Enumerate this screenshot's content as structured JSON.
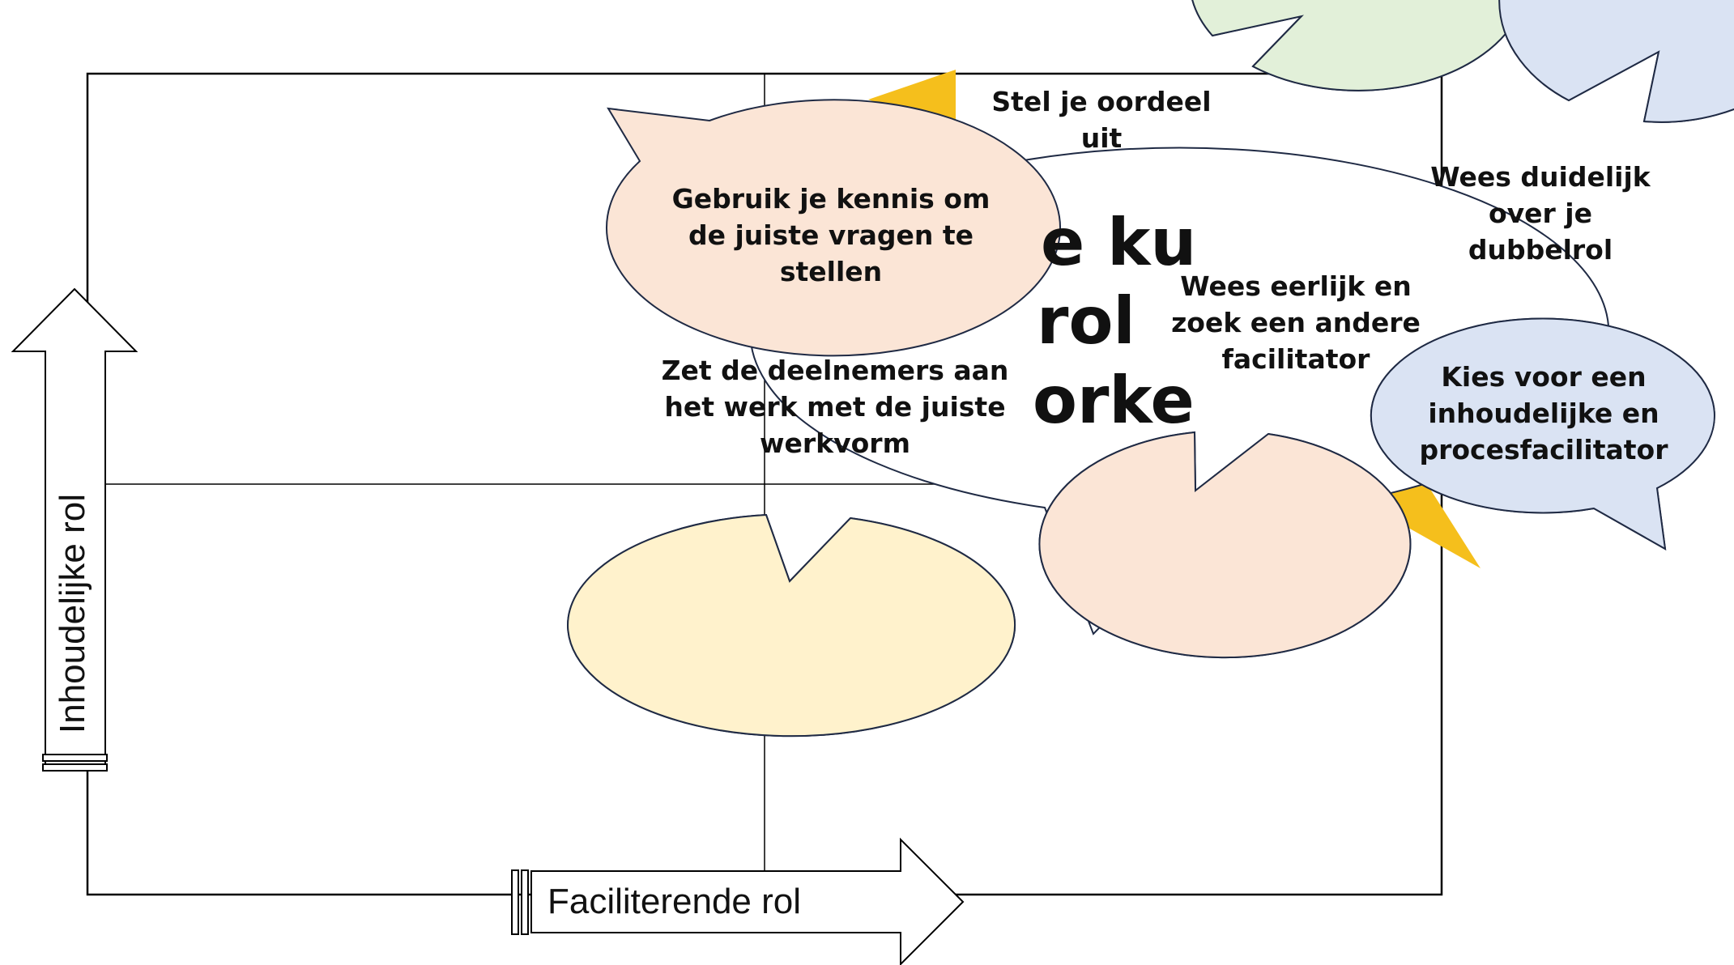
{
  "axes": {
    "vertical_label": "Inhoudelijke rol",
    "horizontal_label": "Faciliterende rol"
  },
  "hidden_bubble": {
    "fragments": [
      "e ku",
      "rol",
      "orke"
    ]
  },
  "tips": [
    {
      "id": "stel-je-oordeel-uit",
      "text": "Stel je oordeel\nuit",
      "fill": "#e2f0d9"
    },
    {
      "id": "gebruik-je-kennis",
      "text": "Gebruik je kennis om\nde juiste vragen te\nstellen",
      "fill": "#fbe5d6"
    },
    {
      "id": "zet-de-deelnemers",
      "text": "Zet de deelnemers aan\nhet werk met de juiste\nwerkvorm",
      "fill": "#fff2cc"
    },
    {
      "id": "wees-eerlijk",
      "text": "Wees eerlijk en\nzoek een andere\nfacilitator",
      "fill": "#fbe5d6"
    },
    {
      "id": "wees-duidelijk",
      "text": "Wees duidelijk\nover je\ndubbelrol",
      "fill": "#dae3f3"
    },
    {
      "id": "kies-voor-een",
      "text": "Kies voor een\ninhoudelijke en\nprocesfacilitator",
      "fill": "#dae3f3"
    }
  ],
  "colors": {
    "stroke": "#1f2a44",
    "accent_yellow": "#f5bf1c",
    "outline": "#000000"
  }
}
